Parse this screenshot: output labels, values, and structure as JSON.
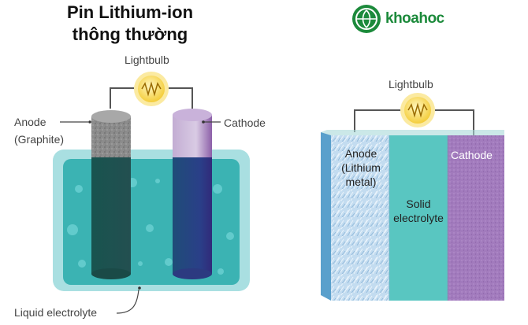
{
  "title": {
    "line1": "Pin Lithium-ion",
    "line2": "thông thường"
  },
  "logo": {
    "text": "khoahoc"
  },
  "left_diagram": {
    "lightbulb": "Lightbulb",
    "anode": "Anode",
    "anode_material": "(Graphite)",
    "cathode": "Cathode",
    "electrolyte": "Liquid electrolyte"
  },
  "right_diagram": {
    "lightbulb": "Lightbulb",
    "anode_l1": "Anode",
    "anode_l2": "(Lithium",
    "anode_l3": "metal)",
    "electrolyte_l1": "Solid",
    "electrolyte_l2": "electrolyte",
    "cathode": "Cathode"
  },
  "colors": {
    "electrolyte_liquid": "#3ebcbd",
    "electrolyte_solid": "#5cc8c4",
    "anode_graphite": "#8a8a8a",
    "cathode": "#a57dbd",
    "anode_lithium": "#b8d6ee",
    "bulb": "#f7d64a",
    "logo_green": "#1c8a3b"
  }
}
